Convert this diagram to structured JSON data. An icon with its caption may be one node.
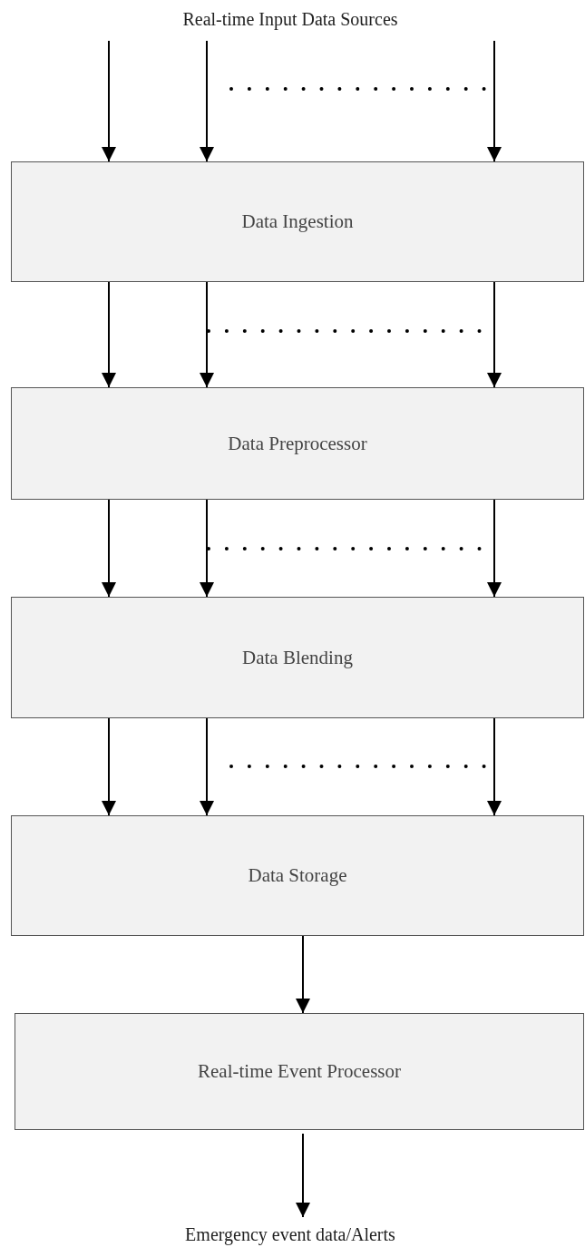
{
  "diagram": {
    "nodes": [
      {
        "text": [
          "Data Ingestion"
        ]
      },
      {
        "text": [
          "Data Preprocessor"
        ]
      },
      {
        "text": [
          "Data Blending"
        ]
      },
      {
        "text": [
          "Data Storage"
        ]
      },
      {
        "text": [
          "Real-time Event Processor"
        ]
      },
      {
        "text": [
          "Emergency event data/Alerts"
        ]
      }
    ],
    "edges": [
      {
        "from": null,
        "to": 0,
        "arrow": "to"
      },
      {
        "from": null,
        "to": 0,
        "arrow": "to"
      },
      {
        "from": null,
        "to": 0,
        "arrow": "to"
      },
      {
        "from": 0,
        "to": 1,
        "arrow": "to"
      },
      {
        "from": 0,
        "to": 1,
        "arrow": "to"
      },
      {
        "from": 0,
        "to": 1,
        "arrow": "to"
      },
      {
        "from": 1,
        "to": 2,
        "arrow": "to"
      },
      {
        "from": 1,
        "to": 2,
        "arrow": "to"
      },
      {
        "from": 1,
        "to": 2,
        "arrow": "to"
      },
      {
        "from": 2,
        "to": 3,
        "arrow": "to"
      },
      {
        "from": 2,
        "to": 3,
        "arrow": "to"
      },
      {
        "from": 2,
        "to": 3,
        "arrow": "to"
      },
      {
        "from": 3,
        "to": 4,
        "arrow": "to"
      },
      {
        "from": 4,
        "to": 5,
        "arrow": "to"
      }
    ],
    "labels": [
      "Real-time Input Data Sources"
    ]
  }
}
